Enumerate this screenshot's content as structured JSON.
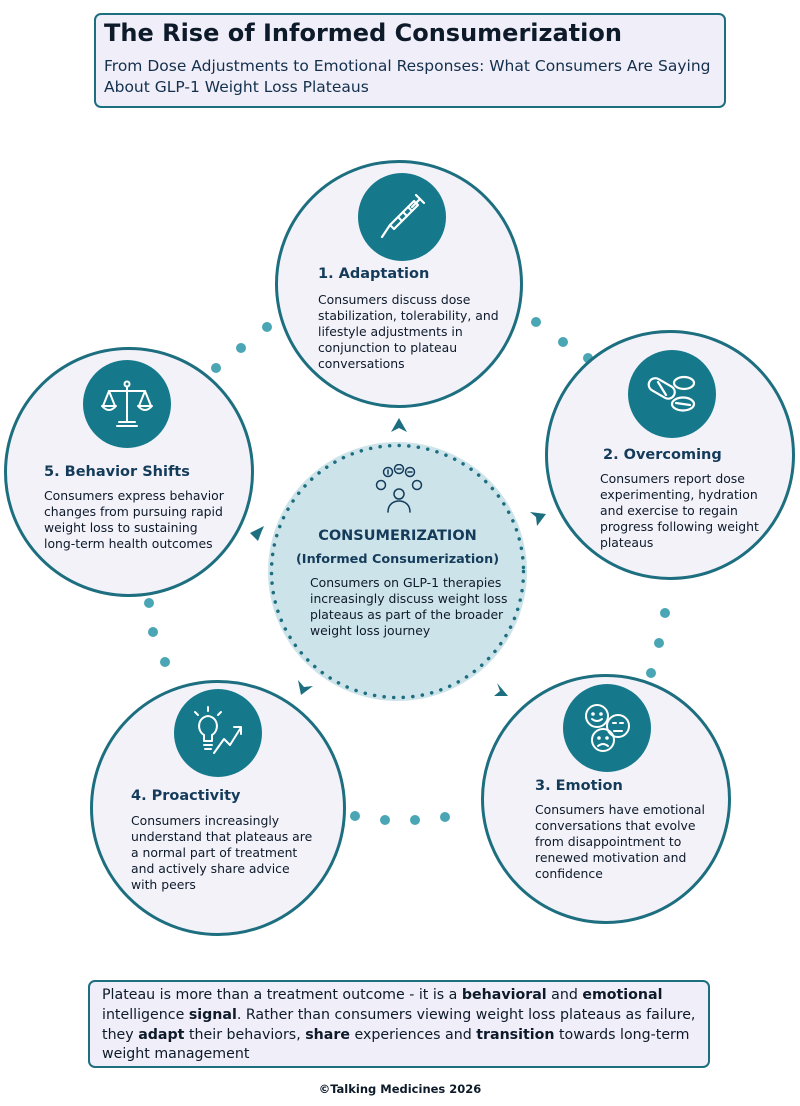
{
  "header": {
    "title": "The Rise of Informed Consumerization",
    "subtitle": "From Dose Adjustments to Emotional Responses: What Consumers Are Saying About GLP-1 Weight Loss Plateaus"
  },
  "center": {
    "title": "CONSUMERIZATION",
    "subtitle": "(Informed Consumerization)",
    "description": "Consumers on GLP-1 therapies increasingly discuss weight loss plateaus as part of the broader weight loss journey",
    "icon": "consumer-with-symbols-icon"
  },
  "stages": [
    {
      "title": "1. Adaptation",
      "description": "Consumers discuss dose stabilization, tolerability, and lifestyle adjustments in conjunction to plateau conversations",
      "icon": "syringe-icon"
    },
    {
      "title": "2. Overcoming",
      "description": "Consumers report dose experimenting, hydration and exercise to regain progress following weight plateaus",
      "icon": "pills-icon"
    },
    {
      "title": "3. Emotion",
      "description": "Consumers have emotional conversations that evolve from disappointment to renewed motivation and confidence",
      "icon": "faces-icon"
    },
    {
      "title": "4. Proactivity",
      "description": "Consumers increasingly understand that plateaus are a normal part of treatment and actively share advice with peers",
      "icon": "lightbulb-growth-icon"
    },
    {
      "title": "5. Behavior Shifts",
      "description": "Consumers express behavior changes from pursuing rapid weight loss to sustaining long-term health outcomes",
      "icon": "balance-scale-icon"
    }
  ],
  "footer": {
    "segments": [
      {
        "text": "Plateau is more than a treatment outcome - it is a ",
        "bold": false
      },
      {
        "text": "behavioral",
        "bold": true
      },
      {
        "text": " and ",
        "bold": false
      },
      {
        "text": "emotional",
        "bold": true
      },
      {
        "text": " intelligence ",
        "bold": false
      },
      {
        "text": "signal",
        "bold": true
      },
      {
        "text": ". Rather than consumers viewing weight loss plateaus as failure, they ",
        "bold": false
      },
      {
        "text": "adapt",
        "bold": true
      },
      {
        "text": " their behaviors, ",
        "bold": false
      },
      {
        "text": "share",
        "bold": true
      },
      {
        "text": " experiences and ",
        "bold": false
      },
      {
        "text": "transition",
        "bold": true
      },
      {
        "text": " towards long-term weight management",
        "bold": false
      }
    ],
    "copyright": "©Talking Medicines 2026"
  },
  "colors": {
    "teal": "#15798b",
    "border": "#1d6f80",
    "dots": "#4aa6b4",
    "center_fill": "#cde3ea",
    "box_fill": "#f0eef8",
    "heading": "#143c5a"
  }
}
